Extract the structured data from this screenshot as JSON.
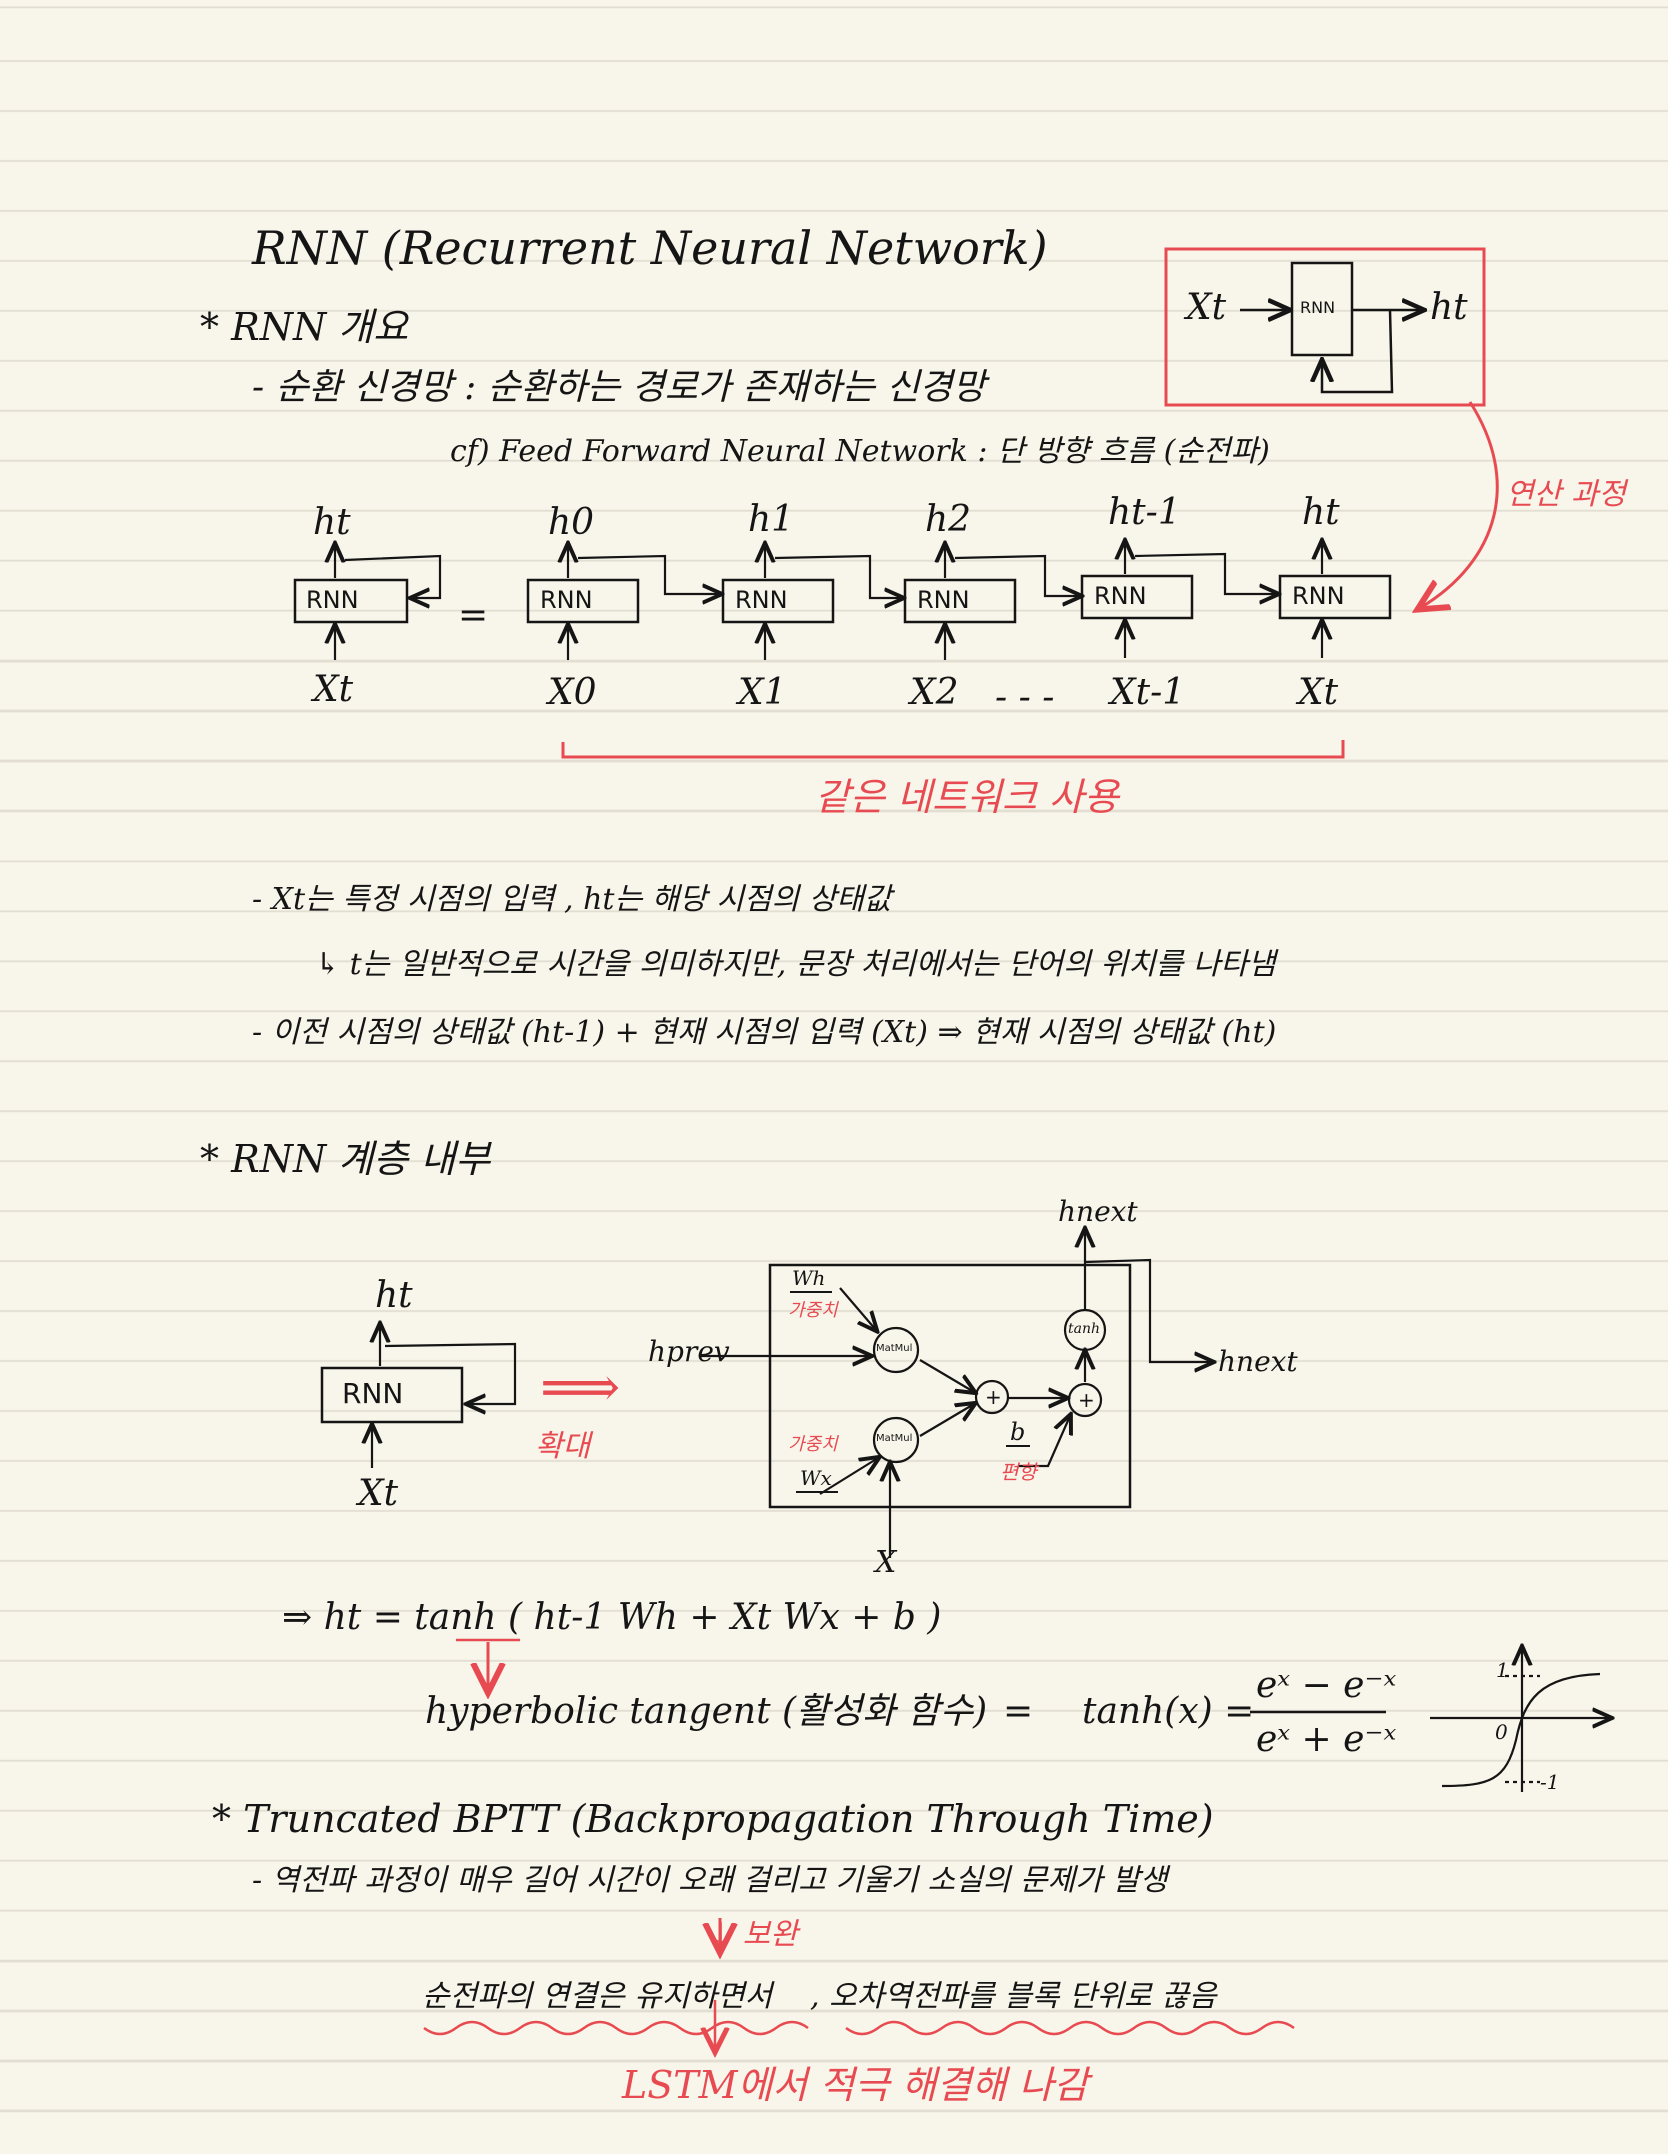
{
  "title": "RNN (Recurrent Neural Network)",
  "section1": {
    "heading": "* RNN 개요",
    "line1": "- 순환 신경망 : 순환하는 경로가 존재하는 신경망",
    "line2": "cf) Feed Forward Neural Network : 단 방향 흐름 (순전파)",
    "inset": {
      "input": "Xt",
      "box": "RNN",
      "output": "ht"
    },
    "compute_note": "연산 과정",
    "unrolled": {
      "left_cell": {
        "top": "ht",
        "box": "RNN",
        "bottom": "Xt"
      },
      "equals": "=",
      "cells": [
        {
          "top": "h0",
          "box": "RNN",
          "bottom": "X0"
        },
        {
          "top": "h1",
          "box": "RNN",
          "bottom": "X1"
        },
        {
          "top": "h2",
          "box": "RNN",
          "bottom": "X2"
        },
        {
          "top": "ht-1",
          "box": "RNN",
          "bottom": "Xt-1"
        },
        {
          "top": "ht",
          "box": "RNN",
          "bottom": "Xt"
        }
      ],
      "ellipsis": "- - -",
      "same_network": "같은 네트워크 사용"
    },
    "note1": "- Xt는 특정 시점의 입력 , ht는 해당 시점의 상태값",
    "note2": "↳ t는 일반적으로 시간을 의미하지만, 문장 처리에서는 단어의 위치를 나타냄",
    "note3": "- 이전 시점의 상태값 (ht-1) + 현재 시점의 입력 (Xt) ⇒ 현재 시점의 상태값 (ht)"
  },
  "section2": {
    "heading": "* RNN 계층 내부",
    "cell": {
      "top": "ht",
      "box": "RNN",
      "bottom": "Xt"
    },
    "expand_arrow": "⟹",
    "expand_label": "확대",
    "inside": {
      "h_prev": "hprev",
      "h_next_top": "hnext",
      "h_next_right": "hnext",
      "wh": "Wh",
      "wh_note": "가중치",
      "wx": "Wx",
      "wx_note": "가중치",
      "matmul1": "MatMul",
      "matmul2": "MatMul",
      "plus1": "+",
      "plus2": "+",
      "tanh": "tanh",
      "b": "b",
      "b_note": "편향",
      "x": "X"
    },
    "formula": "⇒ ht = tanh ( ht-1 Wh + Xt Wx + b )",
    "down_arrow": "↓",
    "hyperbolic": "hyperbolic tangent (활성화 함수)",
    "equals": "=",
    "tanh_lhs": "tanh(x) =",
    "tanh_num": "eˣ − e⁻ˣ",
    "tanh_den": "eˣ + e⁻ˣ",
    "graph": {
      "y_max": "1",
      "y_min": "-1",
      "origin": "0"
    }
  },
  "section3": {
    "heading": "* Truncated BPTT (Backpropagation Through Time)",
    "line1": "- 역전파 과정이 매우 길어 시간이 오래 걸리고 기울기 소실의 문제가 발생",
    "supplement": "↓ 보완",
    "line2a": "순전파의 연결은 유지하면서",
    "line2b": ", 오차역전파를 블록 단위로 끊음",
    "line3_arrow": "↓",
    "line3": "LSTM에서 적극 해결해 나감"
  },
  "colors": {
    "ink": "#151515",
    "accent_red": "#e84a52",
    "paper": "#f8f5ea"
  }
}
